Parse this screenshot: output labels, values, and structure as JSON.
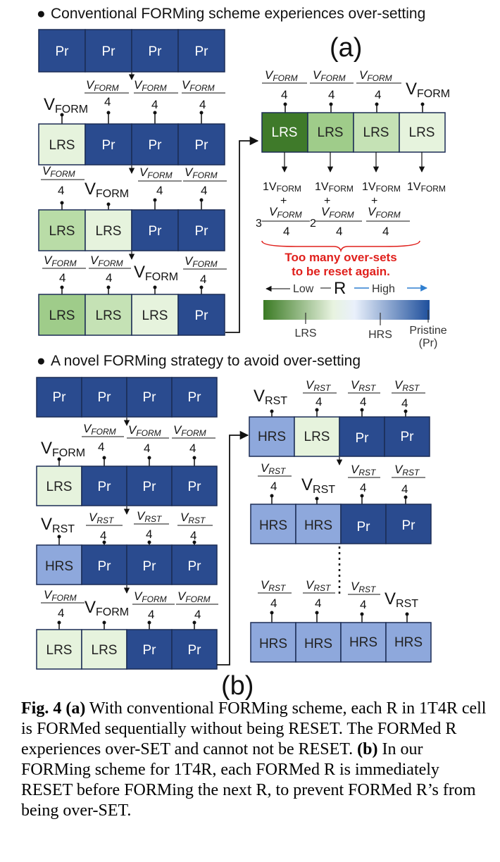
{
  "section_a": {
    "bullet": "●",
    "title": "Conventional FORMing scheme experiences over-setting",
    "label": "(a)"
  },
  "section_b": {
    "bullet": "●",
    "title": "A novel FORMing strategy to avoid over-setting",
    "label": "(b)"
  },
  "symbols": {
    "v_form": "V",
    "form_sub": "FORM",
    "v_rst": "V",
    "rst_sub": "RST",
    "denominator": "4",
    "one_v": "1V",
    "plus": "+",
    "coef_3": "3",
    "coef_2": "2"
  },
  "cells": {
    "pr": "Pr",
    "lrs": "LRS",
    "hrs": "HRS"
  },
  "annotations": {
    "warn_line1": "Too many over-sets",
    "warn_line2": "to be reset again."
  },
  "legend": {
    "low": "Low",
    "r": "R",
    "high": "High",
    "lrs": "LRS",
    "hrs": "HRS",
    "pristine": "Pristine",
    "pristine_abbr": "(Pr)"
  },
  "caption": {
    "a_label": "Fig. 4 (a)",
    "a_text": " With conventional FORMing scheme, each R in 1T4R cell is FORMed sequentially without being RESET. The FORMed R experiences over-SET and cannot not be RESET. ",
    "b_label": "(b)",
    "b_text": "  In our FORMing scheme for 1T4R, each FORMed R is immediately RESET before FORMing the next R, to prevent FORMed R’s from being over-SET."
  },
  "colors": {
    "pr": "#2a4b8f",
    "hrs": "#8ea8dc",
    "lrs_dark": "#3f7a2a",
    "lrs_mid": "#9fcc8a",
    "lrs_light": "#cfe7c1",
    "lrs_pale": "#e6f3dd",
    "warn": "#e0201c",
    "arrow_blue": "#2f7fd0"
  }
}
